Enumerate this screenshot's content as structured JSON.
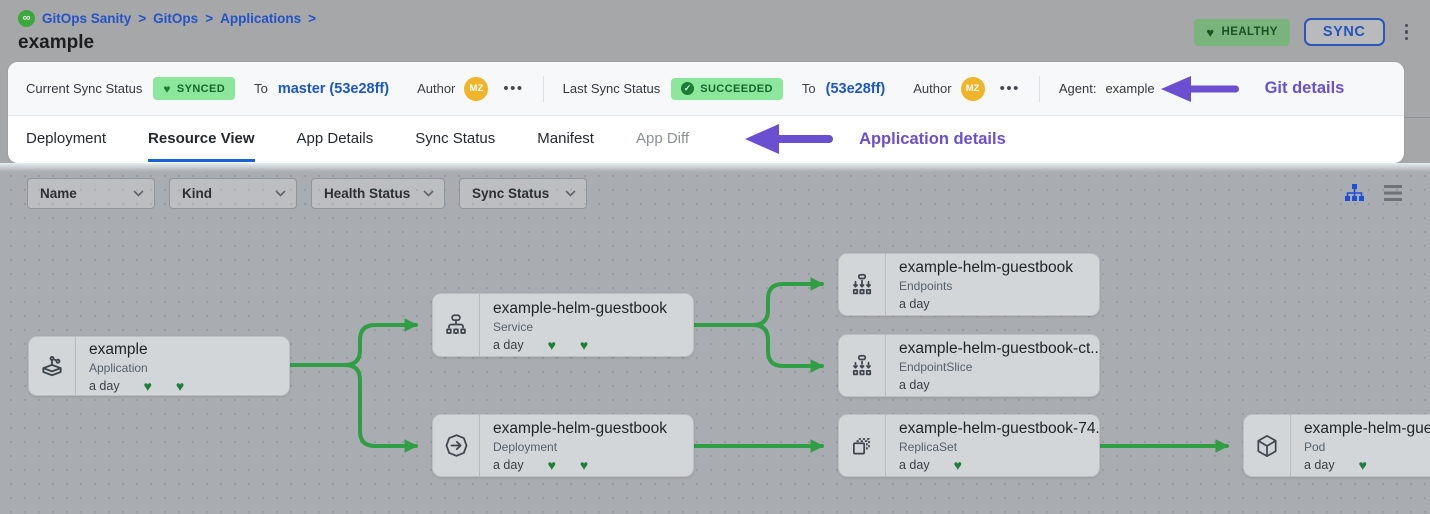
{
  "glyphs": {
    "heart": "♥",
    "check": "✓",
    "ellipsis": "•••",
    "breadcrumb_sep": ">",
    "infinity": "∞"
  },
  "breadcrumb": {
    "items": [
      "GitOps Sanity",
      "GitOps",
      "Applications"
    ]
  },
  "page": {
    "title": "example"
  },
  "header": {
    "health_badge": "HEALTHY",
    "sync_button": "SYNC"
  },
  "status_bar": {
    "current": {
      "label": "Current Sync Status",
      "badge": "SYNCED",
      "to_label": "To",
      "revision": "master (53e28ff)",
      "author_label": "Author",
      "author_initials": "MZ"
    },
    "last": {
      "label": "Last Sync Status",
      "badge": "SUCCEEDED",
      "to_label": "To",
      "revision": "(53e28ff)",
      "author_label": "Author",
      "author_initials": "MZ"
    },
    "agent": {
      "label": "Agent:",
      "value": "example"
    },
    "annotation": "Git details"
  },
  "tabs": {
    "items": [
      "Deployment",
      "Resource View",
      "App Details",
      "Sync Status",
      "Manifest",
      "App Diff"
    ],
    "active": "Resource View",
    "annotation": "Application details"
  },
  "filters": {
    "name": "Name",
    "kind": "Kind",
    "health": "Health Status",
    "sync": "Sync Status"
  },
  "graph": {
    "nodes": [
      {
        "title": "example",
        "kind": "Application",
        "age": "a day",
        "icon": "application-icon",
        "hearts": 2
      },
      {
        "title": "example-helm-guestbook",
        "kind": "Service",
        "age": "a day",
        "icon": "service-icon",
        "hearts": 2
      },
      {
        "title": "example-helm-guestbook",
        "kind": "Endpoints",
        "age": "a day",
        "icon": "endpoints-icon",
        "hearts": 0
      },
      {
        "title": "example-helm-guestbook-ct...",
        "kind": "EndpointSlice",
        "age": "a day",
        "icon": "endpointslice-icon",
        "hearts": 0
      },
      {
        "title": "example-helm-guestbook",
        "kind": "Deployment",
        "age": "a day",
        "icon": "deployment-icon",
        "hearts": 2
      },
      {
        "title": "example-helm-guestbook-74...",
        "kind": "ReplicaSet",
        "age": "a day",
        "icon": "replicaset-icon",
        "hearts": 1
      },
      {
        "title": "example-helm-guest",
        "kind": "Pod",
        "age": "a day",
        "icon": "pod-icon",
        "hearts": 1
      }
    ],
    "edge_color": "#2f9e44"
  }
}
